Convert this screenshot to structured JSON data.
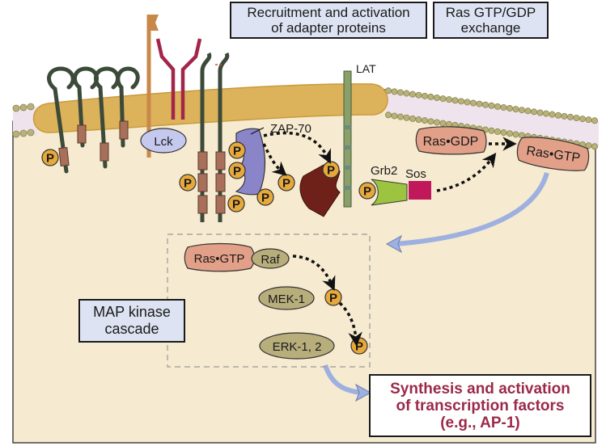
{
  "diagram": {
    "title_boxes": {
      "adapter": "Recruitment and activation of adapter proteins",
      "adapter_line1": "Recruitment and activation",
      "adapter_line2": "of adapter proteins",
      "ras_exchange_line1": "Ras GTP/GDP",
      "ras_exchange_line2": "exchange",
      "map_kinase_line1": "MAP kinase",
      "map_kinase_line2": "cascade"
    },
    "output_box": {
      "line1": "Synthesis and activation",
      "line2": "of transcription factors",
      "line3": "(e.g., AP-1)"
    },
    "molecules": {
      "lck": "Lck",
      "zap70": "ZAP-70",
      "lat": "LAT",
      "grb2": "Grb2",
      "sos": "Sos",
      "ras_gdp": "Ras•GDP",
      "ras_gtp": "Ras•GTP",
      "ras_gtp_cascade": "Ras•GTP",
      "raf": "Raf",
      "mek1": "MEK-1",
      "erk": "ERK-1, 2",
      "phospho": "P"
    },
    "colors": {
      "cytoplasm": "#f6ead0",
      "lipid_raft": "#dcb35a",
      "receptor_chain": "#3c4a3a",
      "itam": "#a8705a",
      "phosphate": "#e7a93c",
      "lck": "#c5c9ee",
      "zap70": "#8a85c9",
      "adapter_dark": "#6e2118",
      "lat": "#8aa06a",
      "grb2": "#9cc440",
      "sos": "#c0185a",
      "ras": "#e3a088",
      "kinase": "#b8ae7c",
      "blue_arrow": "#9db0e0",
      "label_box": "#dde3f2",
      "output_text": "#9b2a4a"
    }
  }
}
